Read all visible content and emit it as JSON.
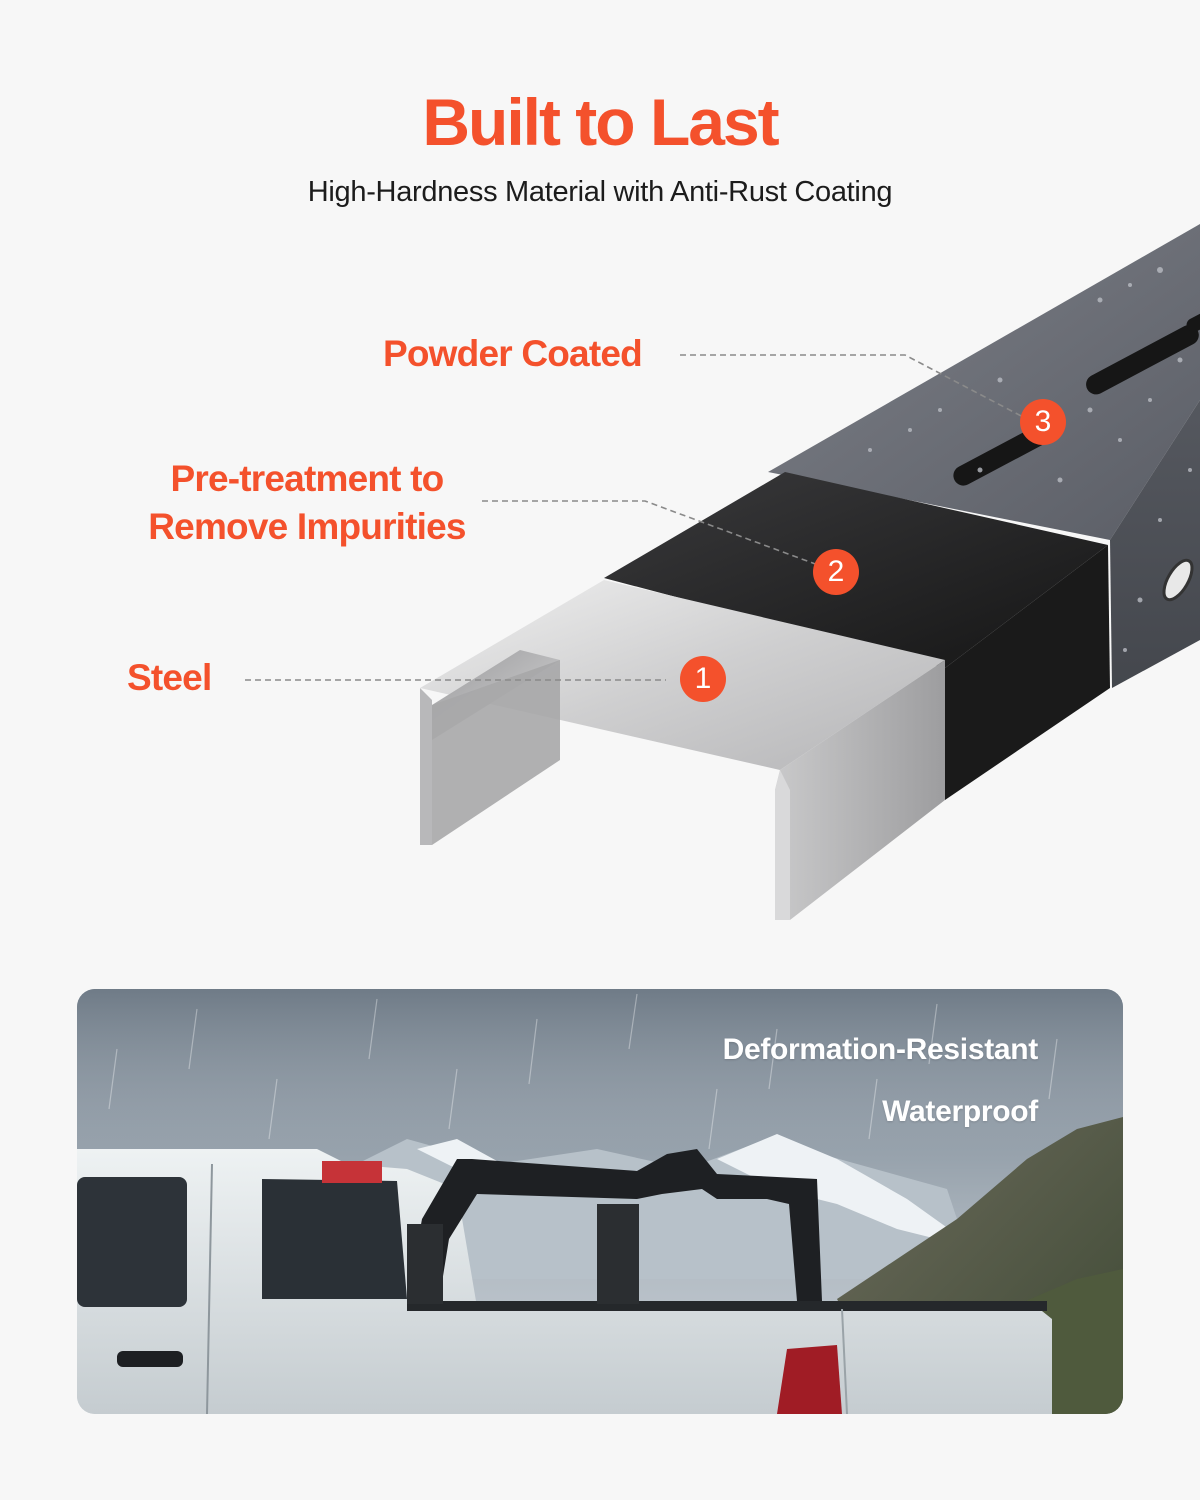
{
  "header": {
    "title": "Built to Last",
    "subtitle": "High-Hardness Material with Anti-Rust Coating"
  },
  "layers": [
    {
      "number": "1",
      "label": "Steel"
    },
    {
      "number": "2",
      "label_line1": "Pre-treatment to",
      "label_line2": "Remove Impurities"
    },
    {
      "number": "3",
      "label": "Powder Coated"
    }
  ],
  "photo": {
    "features": [
      "Deformation-Resistant",
      "Waterproof"
    ]
  },
  "colors": {
    "accent": "#f4512c",
    "background": "#f7f7f7",
    "text": "#1c1c1c"
  }
}
